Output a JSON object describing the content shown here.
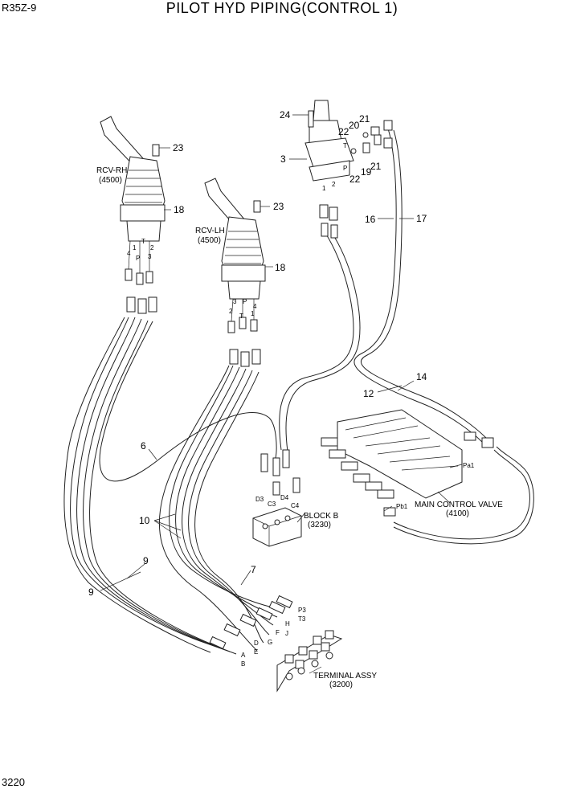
{
  "header": {
    "model": "R35Z-9",
    "title": "PILOT HYD PIPING(CONTROL 1)"
  },
  "page_number": "3220",
  "components": {
    "rcv_rh": {
      "name": "RCV-RH",
      "code": "(4500)"
    },
    "rcv_lh": {
      "name": "RCV-LH",
      "code": "(4500)"
    },
    "block_b": {
      "name": "BLOCK B",
      "code": "(3230)"
    },
    "main_control_valve": {
      "name": "MAIN CONTROL VALVE",
      "code": "(4100)"
    },
    "terminal_assy": {
      "name": "TERMINAL ASSY",
      "code": "(3200)"
    }
  },
  "callouts": {
    "c24": "24",
    "c20": "20",
    "c21a": "21",
    "c22a": "22",
    "c3": "3",
    "c22b": "22",
    "c19": "19",
    "c21b": "21",
    "c16": "16",
    "c17": "17",
    "c23a": "23",
    "c18a": "18",
    "c23b": "23",
    "c18b": "18",
    "c14": "14",
    "c12": "12",
    "c6": "6",
    "c10": "10",
    "c9a": "9",
    "c9b": "9",
    "c7": "7"
  },
  "port_labels": {
    "rh_4": "4",
    "rh_p": "P",
    "rh_t": "T",
    "rh_2": "2",
    "rh_1": "1",
    "rh_3": "3",
    "lh_3": "3",
    "lh_p": "P",
    "lh_4": "4",
    "lh_2": "2",
    "lh_t": "T",
    "lh_1": "1",
    "sv_t": "T",
    "sv_p": "P",
    "sv_1": "1",
    "sv_2": "2",
    "d3": "D3",
    "d4": "D4",
    "c3": "C3",
    "c4": "C4",
    "pa1": "Pa1",
    "pb1": "Pb1",
    "p3": "P3",
    "t3": "T3",
    "h": "H",
    "j": "J",
    "f": "F",
    "g": "G",
    "d": "D",
    "e": "E",
    "a": "A",
    "b": "B"
  }
}
